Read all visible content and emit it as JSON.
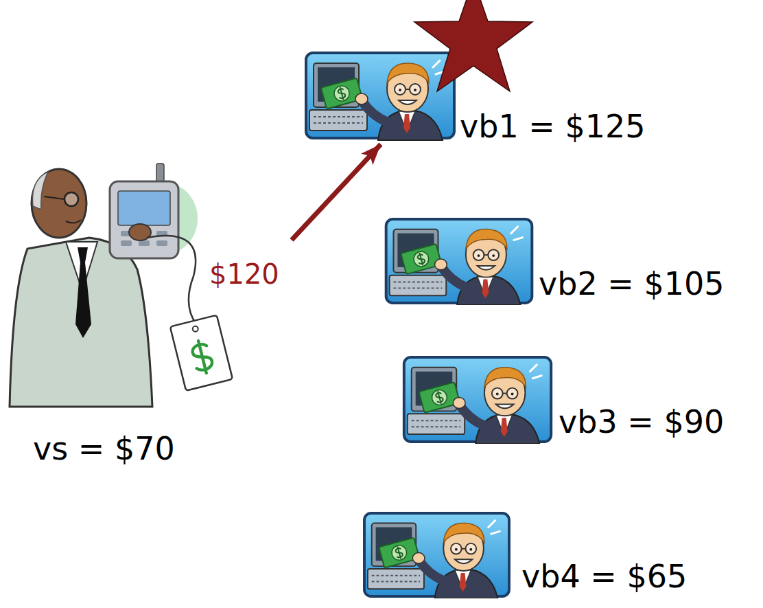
{
  "diagram": {
    "nodes": [
      {
        "text": [
          "vs = $70"
        ]
      },
      {
        "text": [
          "vb1 = $125"
        ]
      },
      {
        "text": [
          "vb2 = $105"
        ]
      },
      {
        "text": [
          "vb3 = $90"
        ]
      },
      {
        "text": [
          "vb4 = $65"
        ]
      }
    ],
    "edges": [
      {
        "from": 0,
        "to": 1,
        "arrow": "to",
        "label": "$120"
      }
    ]
  }
}
